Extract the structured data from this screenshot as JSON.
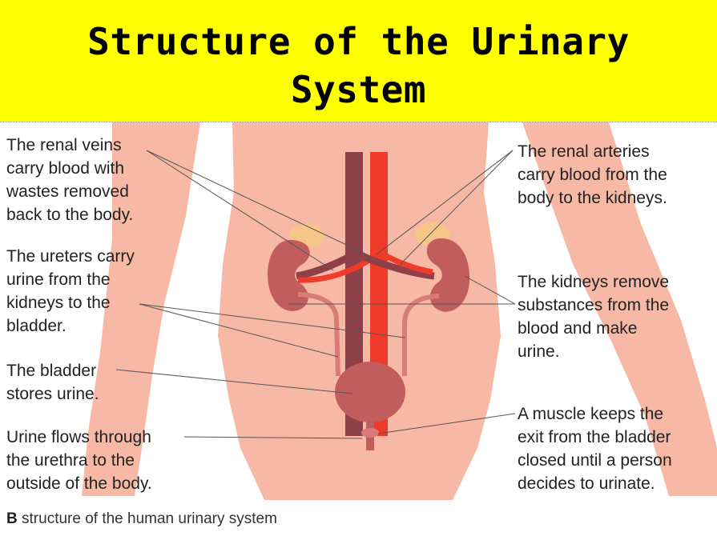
{
  "header": {
    "title_line1": "Structure of the Urinary",
    "title_line2": "System"
  },
  "labels": {
    "renal_veins": [
      "The renal veins",
      "carry blood with",
      "wastes removed",
      "back to the body."
    ],
    "ureters": [
      "The ureters carry",
      "urine from the",
      "kidneys to the",
      "bladder."
    ],
    "bladder": [
      "The bladder",
      "stores urine."
    ],
    "urethra": [
      "Urine flows through",
      "the urethra to the",
      "outside of the body."
    ],
    "renal_arteries": [
      "The renal arteries",
      "carry blood from the",
      "body to the kidneys."
    ],
    "kidneys": [
      "The kidneys remove",
      "substances from the",
      "blood and make",
      "urine."
    ],
    "muscle": [
      "A muscle keeps the",
      "exit from the bladder",
      "closed until a person",
      "decides to urinate."
    ]
  },
  "caption": {
    "letter": "B",
    "text": "structure of the human urinary system"
  },
  "colors": {
    "title_bg": "#ffff00",
    "skin": "#f7b9a5",
    "kidney": "#c25d5e",
    "vein": "#8e4049",
    "artery": "#ee3b2a",
    "adrenal": "#f6c688"
  }
}
